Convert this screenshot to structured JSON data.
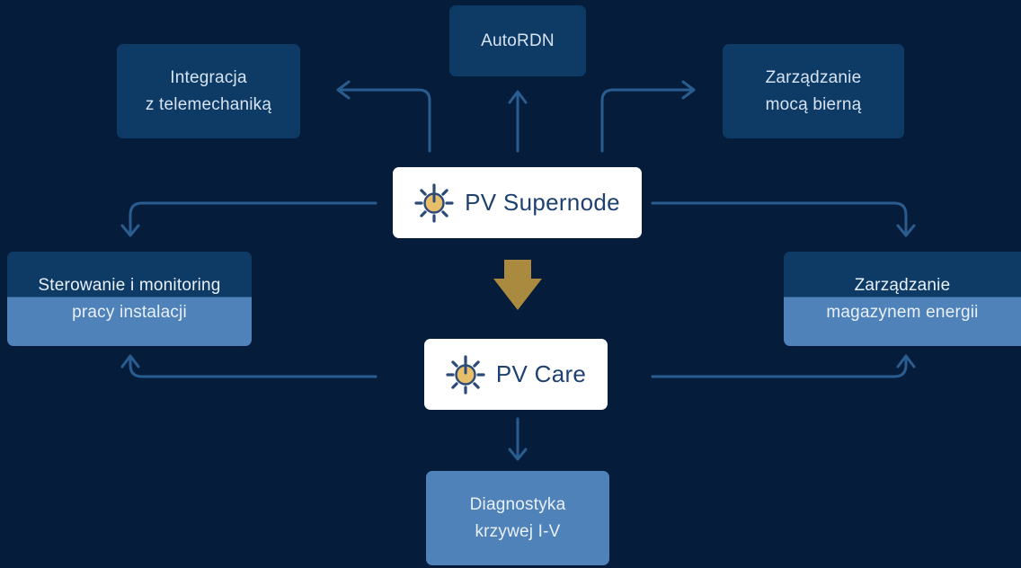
{
  "diagram": {
    "hubs": {
      "supernode": "PV Supernode",
      "care": "PV Care"
    },
    "nodes": {
      "autordn": [
        "AutoRDN"
      ],
      "integracja": [
        "Integracja",
        "z telemechaniką"
      ],
      "zarzadzanie_moca": [
        "Zarządzanie",
        "mocą bierną"
      ],
      "sterowanie": [
        "Sterowanie i monitoring",
        "pracy instalacji"
      ],
      "magazyn": [
        "Zarządzanie",
        "magazynem energii"
      ],
      "diagnostyka": [
        "Diagnostyka",
        "krzywej I-V"
      ]
    },
    "icons": {
      "hub_icon": "sun-power-icon",
      "transition_arrow": "down-arrow-icon"
    },
    "colors": {
      "background": "#051c3b",
      "dark_box": "#0e3b66",
      "light_box": "#4f82b8",
      "connector": "#2a5d8f",
      "transition_arrow": "#a98a3e",
      "hub_text": "#1e4170",
      "icon_sun": "#e7be69",
      "icon_rays": "#2c4a78"
    }
  }
}
